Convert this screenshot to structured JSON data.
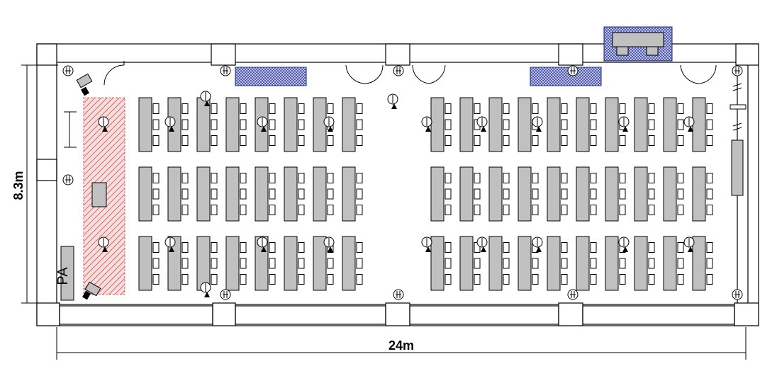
{
  "dimensions": {
    "width_label": "24m",
    "depth_label": "8.3m"
  },
  "labels": {
    "pa": "PA",
    "left_box_line1": "",
    "left_box_line2": "",
    "right_box_line1": "",
    "right_box_line2": ""
  },
  "layout": {
    "table_blocks": 3,
    "left_columns": 8,
    "right_columns": 10,
    "seats_per_table": 3
  },
  "colors": {
    "wall": "#000000",
    "table_fill": "#c0c0c0",
    "stage_hatch": "#d46a6a",
    "note_box_fill": "#c8cdf0",
    "note_box_stroke": "#1f2a7a"
  },
  "icons": [
    "speaker-icon",
    "microphone-stand-icon",
    "ceiling-light-icon",
    "door-swing-icon",
    "wall-outlet-icon"
  ]
}
